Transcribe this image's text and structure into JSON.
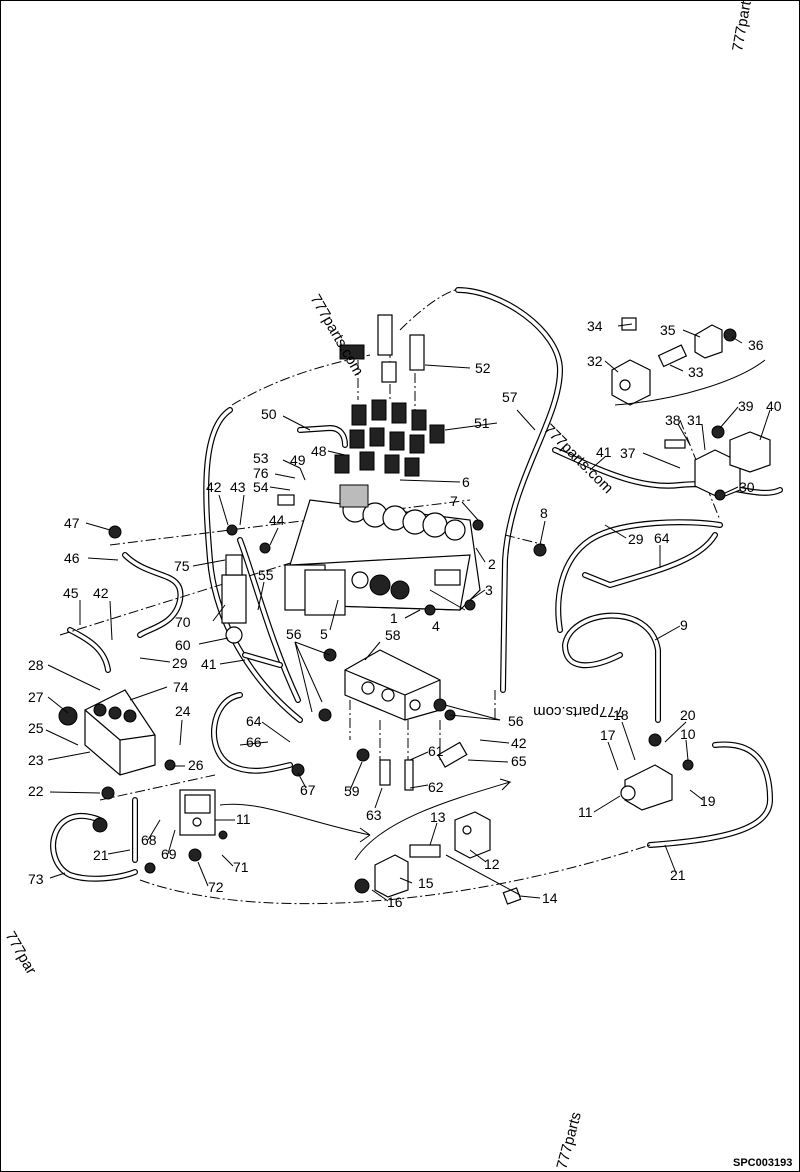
{
  "watermarks": [
    {
      "id": "top-right",
      "text": "777part"
    },
    {
      "id": "center-top",
      "text": "777parts.com"
    },
    {
      "id": "right-upper",
      "text": "777parts.com"
    },
    {
      "id": "mid-right",
      "text": "777parts.com"
    },
    {
      "id": "left-lower",
      "text": "777par"
    },
    {
      "id": "bottom-center",
      "text": "777parts"
    }
  ],
  "drawing_code": "SPC003193",
  "callouts": [
    "1",
    "2",
    "3",
    "4",
    "5",
    "6",
    "7",
    "8",
    "9",
    "10",
    "11",
    "11",
    "12",
    "13",
    "14",
    "15",
    "16",
    "17",
    "18",
    "19",
    "20",
    "21",
    "21",
    "22",
    "23",
    "24",
    "25",
    "26",
    "27",
    "28",
    "29",
    "29",
    "30",
    "31",
    "32",
    "33",
    "34",
    "35",
    "36",
    "37",
    "38",
    "39",
    "40",
    "41",
    "41",
    "42",
    "42",
    "42",
    "43",
    "44",
    "45",
    "46",
    "47",
    "48",
    "49",
    "50",
    "51",
    "52",
    "53",
    "54",
    "55",
    "56",
    "56",
    "57",
    "58",
    "59",
    "60",
    "61",
    "62",
    "63",
    "64",
    "64",
    "65",
    "66",
    "67",
    "68",
    "69",
    "70",
    "71",
    "72",
    "73",
    "74",
    "75",
    "76"
  ]
}
